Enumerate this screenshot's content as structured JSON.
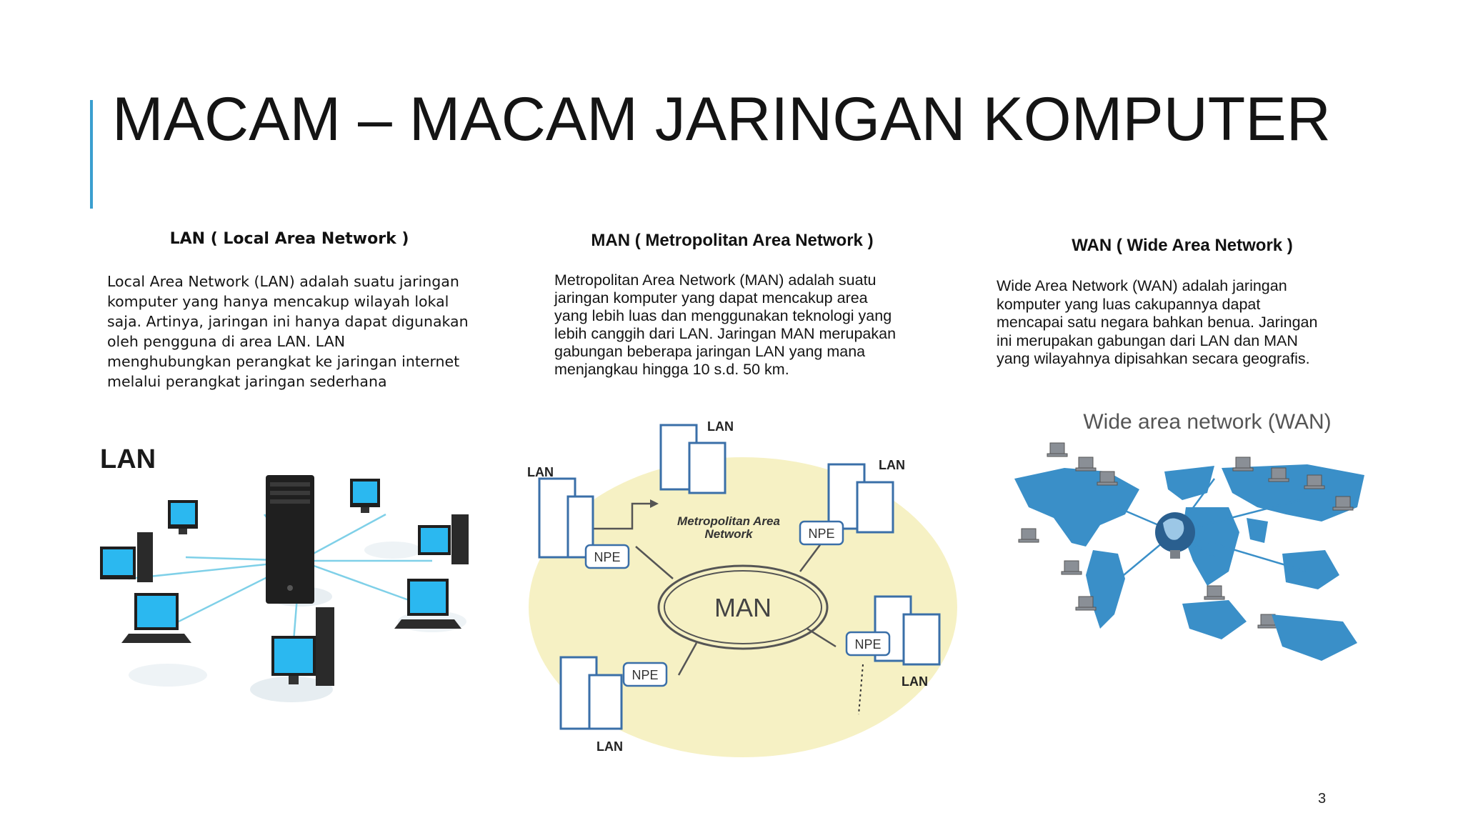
{
  "slide": {
    "title": "MACAM – MACAM JARINGAN KOMPUTER",
    "page_number": "3",
    "accent_color": "#3a9fcf"
  },
  "lan": {
    "heading": "LAN ( Local Area Network )",
    "body_lines": [
      "Local Area Network (LAN) adalah suatu jaringan",
      "komputer yang hanya mencakup wilayah lokal",
      "saja. Artinya, jaringan ini hanya dapat digunakan",
      "oleh pengguna di area LAN. LAN",
      "menghubungkan perangkat ke jaringan internet",
      "melalui perangkat jaringan sederhana"
    ],
    "figure": {
      "label": "LAN",
      "screen_color": "#2bb8f0",
      "tower_color": "#1e1e1e",
      "link_color": "#7fd0e8"
    }
  },
  "man": {
    "heading": "MAN ( Metropolitan Area Network )",
    "body_lines": [
      "Metropolitan Area Network (MAN) adalah suatu",
      "jaringan komputer yang dapat mencakup area",
      "yang lebih luas dan menggunakan teknologi yang",
      "lebih canggih dari LAN. Jaringan MAN merupakan",
      "gabungan beberapa jaringan LAN yang mana",
      "menjangkau hingga 10 s.d. 50 km."
    ],
    "figure": {
      "center_label": "MAN",
      "area_label_line1": "Metropolitan Area",
      "area_label_line2": "Network",
      "lan_label": "LAN",
      "npe_label": "NPE",
      "area_color": "#f6f1c4",
      "outline_color": "#3a6fa8"
    }
  },
  "wan": {
    "heading": "WAN ( Wide Area Network )",
    "body_lines": [
      "Wide Area Network (WAN) adalah jaringan",
      "komputer yang luas cakupannya dapat",
      "mencapai satu negara bahkan benua. Jaringan",
      "ini merupakan gabungan dari LAN dan MAN",
      "yang wilayahnya dipisahkan secara geografis."
    ],
    "figure": {
      "title": "Wide area network (WAN)",
      "map_color": "#3a8fc8",
      "laptop_color": "#8a8f96"
    }
  }
}
